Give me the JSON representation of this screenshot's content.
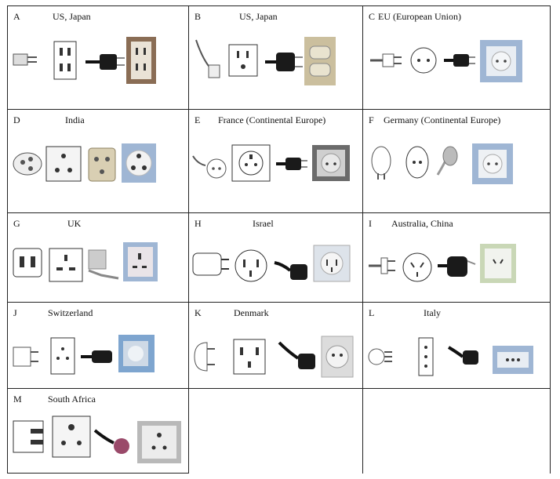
{
  "cells": [
    {
      "letter": "A",
      "country": "US, Japan",
      "items": [
        "plug-a",
        "outlet-a",
        "cord-a",
        "outlet-a-photo"
      ]
    },
    {
      "letter": "B",
      "country": "US, Japan",
      "items": [
        "plug-b",
        "outlet-b",
        "cord-b",
        "outlet-b-photo"
      ]
    },
    {
      "letter": "C",
      "country": "EU (European Union)",
      "items": [
        "plug-c",
        "outlet-c",
        "cord-c",
        "outlet-c-photo"
      ]
    },
    {
      "letter": "D",
      "country": "India",
      "items": [
        "plug-d",
        "outlet-d",
        "adapter-d",
        "outlet-d-photo"
      ]
    },
    {
      "letter": "E",
      "country": "France (Continental Europe)",
      "items": [
        "plug-e",
        "outlet-e",
        "cord-e",
        "outlet-e-photo"
      ]
    },
    {
      "letter": "F",
      "country": "Germany (Continental Europe)",
      "items": [
        "plug-f",
        "outlet-f",
        "cord-f",
        "outlet-f-photo"
      ]
    },
    {
      "letter": "G",
      "country": "UK",
      "items": [
        "plug-g",
        "outlet-g",
        "cord-g",
        "outlet-g-photo"
      ]
    },
    {
      "letter": "H",
      "country": "Israel",
      "items": [
        "plug-h",
        "outlet-h",
        "cord-h",
        "outlet-h-photo"
      ]
    },
    {
      "letter": "I",
      "country": "Australia, China",
      "items": [
        "plug-i",
        "outlet-i",
        "cord-i",
        "outlet-i-photo"
      ]
    },
    {
      "letter": "J",
      "country": "Switzerland",
      "items": [
        "plug-j",
        "outlet-j",
        "cord-j",
        "outlet-j-photo"
      ]
    },
    {
      "letter": "K",
      "country": "Denmark",
      "items": [
        "plug-k",
        "outlet-k",
        "cord-k",
        "outlet-k-photo"
      ]
    },
    {
      "letter": "L",
      "country": "Italy",
      "items": [
        "plug-l",
        "outlet-l",
        "cord-l",
        "outlet-l-photo"
      ]
    },
    {
      "letter": "M",
      "country": "South Africa",
      "items": [
        "plug-m",
        "outlet-m",
        "cord-m",
        "outlet-m-photo"
      ]
    }
  ],
  "colors": {
    "border": "#222222",
    "photo_blue": "#9fb6d4",
    "photo_beige": "#cbbf9e",
    "cord": "#1a1a1a"
  }
}
